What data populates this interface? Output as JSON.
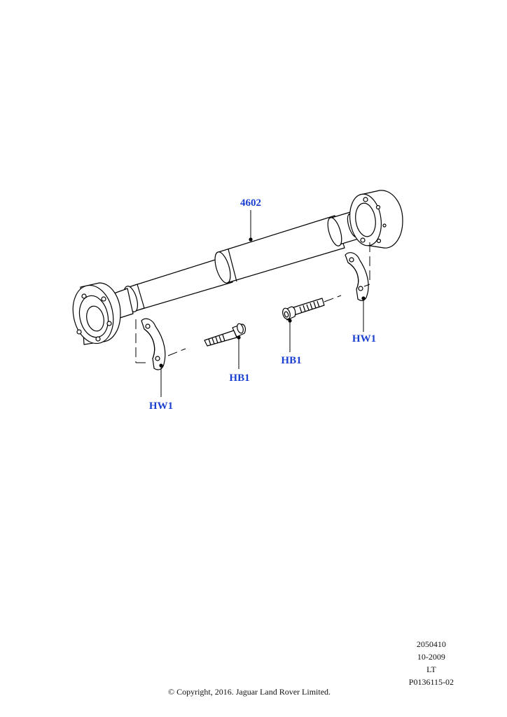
{
  "callouts": {
    "shaft": "4602",
    "washer_left": "HW1",
    "washer_right": "HW1",
    "bolt_left": "HB1",
    "bolt_right": "HB1"
  },
  "meta": {
    "code": "2050410",
    "date": "10-2009",
    "variant": "LT",
    "illustration_id": "P0136115-02"
  },
  "footer": {
    "copyright": "© Copyright, 2016. Jaguar Land Rover Limited."
  }
}
